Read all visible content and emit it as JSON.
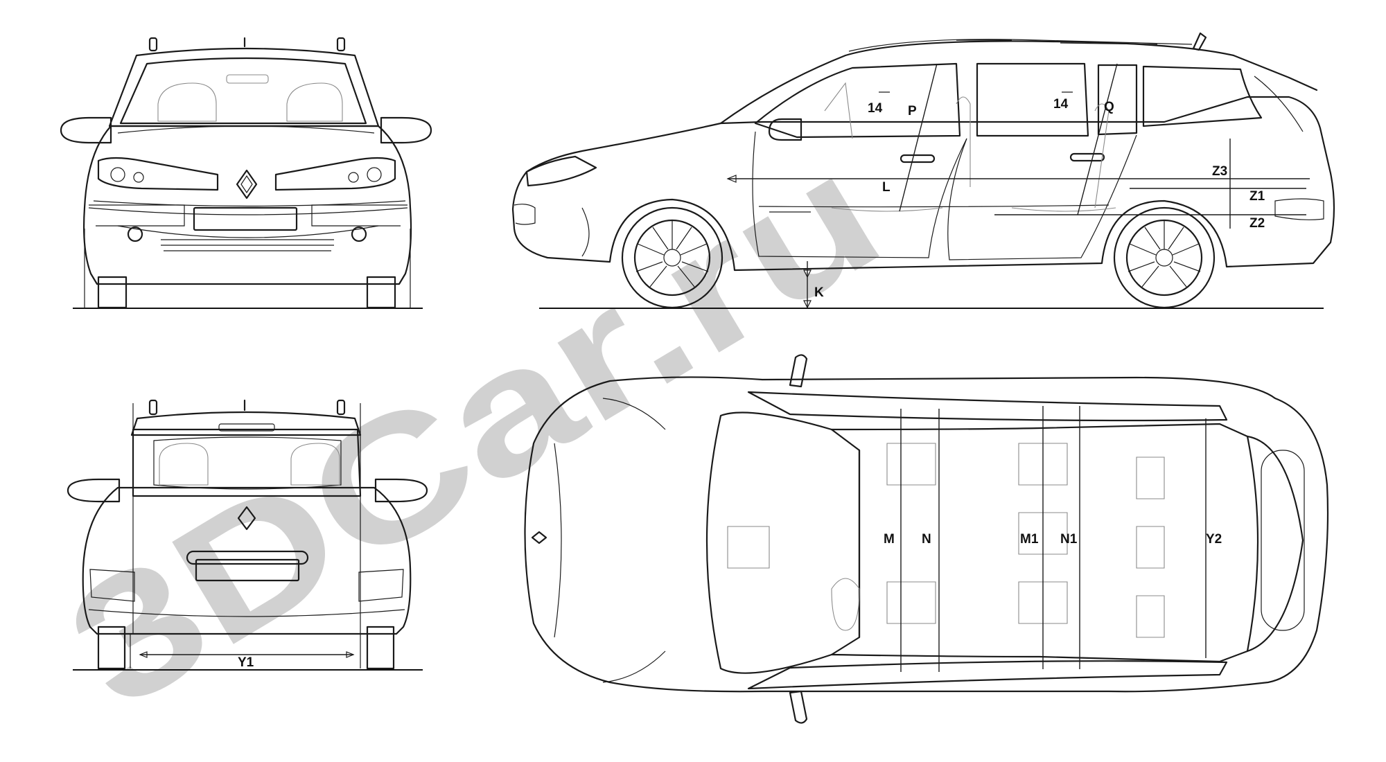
{
  "watermark": {
    "text": "3DCar.ru",
    "color": "#c9c9c9"
  },
  "labels": {
    "k": "K",
    "l": "L",
    "p": "P",
    "q": "Q",
    "z1": "Z1",
    "z2": "Z2",
    "z3": "Z3",
    "fourteen_front": "14",
    "fourteen_rear": "14",
    "m": "M",
    "n": "N",
    "m1": "M1",
    "n1": "N1",
    "y1": "Y1",
    "y2": "Y2"
  },
  "colors": {
    "line": "#1a1a1a",
    "interior": "#8a8a8a",
    "watermark": "#c9c9c9"
  }
}
